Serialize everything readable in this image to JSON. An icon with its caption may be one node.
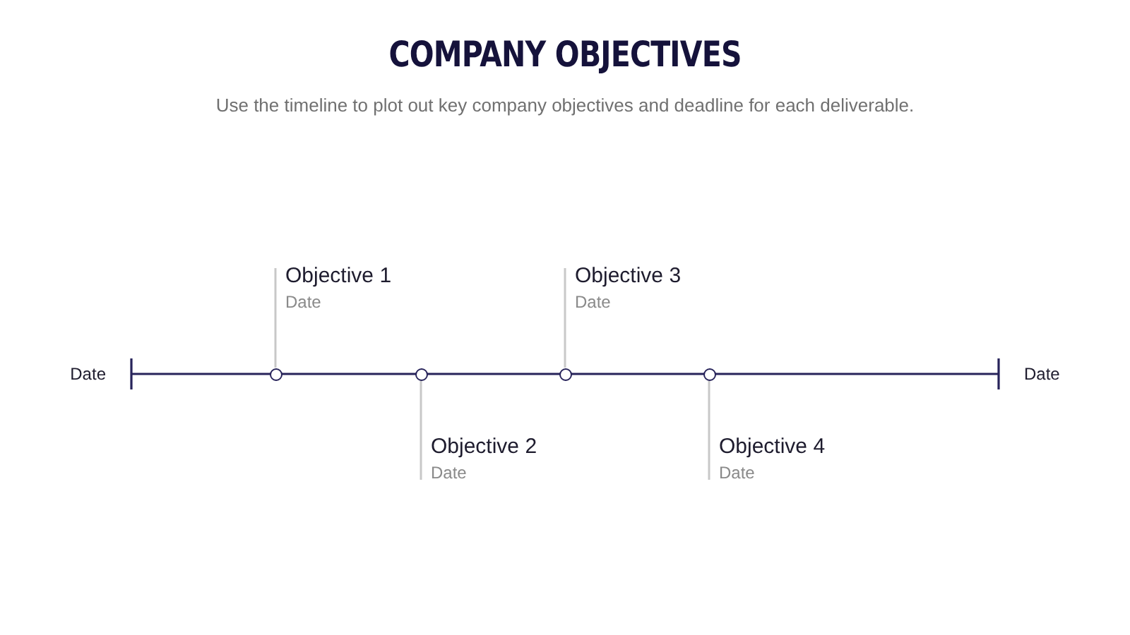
{
  "diagram": {
    "title": "COMPANY OBJECTIVES",
    "caption": "Use the timeline to plot out key company objectives and deadline for each deliverable.",
    "nodes": [
      {
        "text": [
          "Objective 1",
          "Date"
        ]
      },
      {
        "text": [
          "Objective 2",
          "Date"
        ]
      },
      {
        "text": [
          "Objective 3",
          "Date"
        ]
      },
      {
        "text": [
          "Objective 4",
          "Date"
        ]
      },
      {
        "text": [],
        "shape": "circle"
      },
      {
        "text": [],
        "shape": "circle"
      },
      {
        "text": [],
        "shape": "circle"
      },
      {
        "text": [],
        "shape": "circle"
      }
    ],
    "edges": [
      {
        "from": 0,
        "to": 4,
        "arrow": "none"
      },
      {
        "from": 1,
        "to": 5,
        "arrow": "none"
      },
      {
        "from": 2,
        "to": 6,
        "arrow": "none"
      },
      {
        "from": 3,
        "to": 7,
        "arrow": "none"
      }
    ],
    "labels": [
      "Date",
      "Date"
    ]
  }
}
